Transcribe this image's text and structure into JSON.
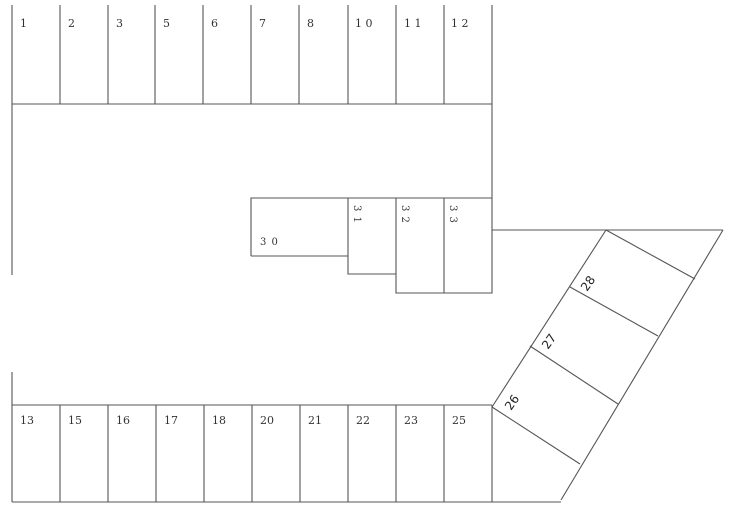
{
  "top_row": [
    "1",
    "2",
    "3",
    "5",
    "6",
    "7",
    "8",
    "1 0",
    "1 1",
    "1 2"
  ],
  "bottom_row": [
    "13",
    "15",
    "16",
    "17",
    "18",
    "20",
    "21",
    "22",
    "23",
    "25"
  ],
  "middle": {
    "lot_30": "3 0",
    "lot_31": "3 1",
    "lot_32": "3 2",
    "lot_33": "3 3"
  },
  "angled": [
    "26",
    "27",
    "28"
  ]
}
